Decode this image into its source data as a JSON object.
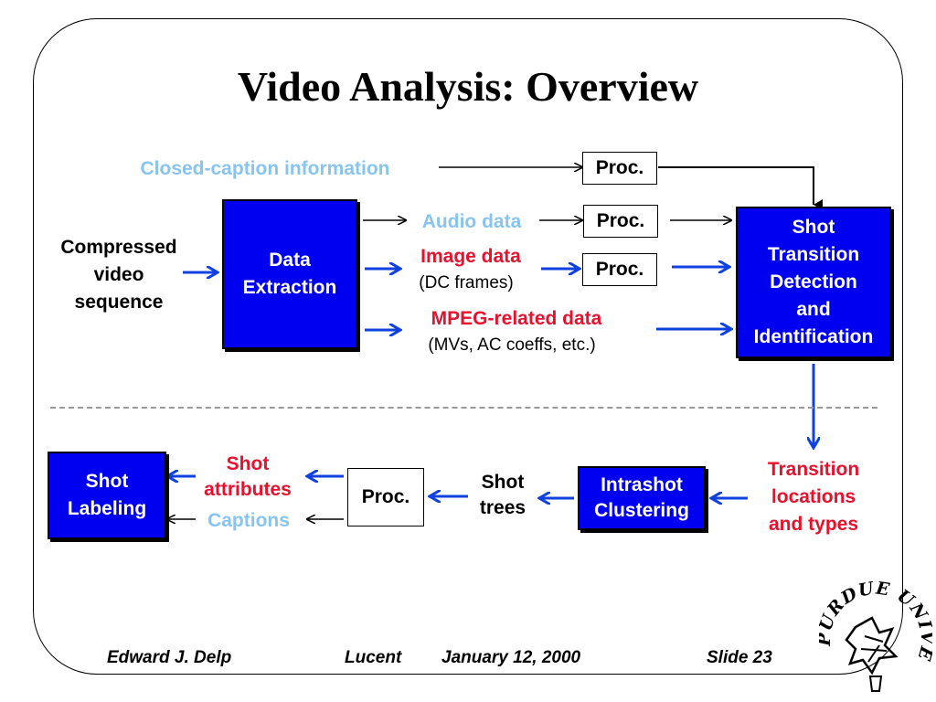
{
  "title": "Video Analysis: Overview",
  "nodes": {
    "closed_caption": "Closed-caption information",
    "compressed_video": [
      "Compressed",
      "video",
      "sequence"
    ],
    "data_extraction": [
      "Data",
      "Extraction"
    ],
    "audio_data": "Audio data",
    "image_data": "Image data",
    "dc_frames": "(DC frames)",
    "mpeg_data": "MPEG-related data",
    "mpeg_detail": "(MVs, AC coeffs, etc.)",
    "proc": "Proc.",
    "shot_transition": [
      "Shot",
      "Transition",
      "Detection",
      "and",
      "Identification"
    ],
    "transition_locations": [
      "Transition",
      "locations",
      "and types"
    ],
    "intrashot": [
      "Intrashot",
      "Clustering"
    ],
    "shot_trees": [
      "Shot",
      "trees"
    ],
    "shot_attributes": [
      "Shot",
      "attributes"
    ],
    "captions": "Captions",
    "shot_labeling": [
      "Shot",
      "Labeling"
    ]
  },
  "footer": {
    "author": "Edward J. Delp",
    "org": "Lucent",
    "date": "January 12, 2000",
    "slide": "Slide 23"
  },
  "logo": {
    "text": "PURDUE UNIVERSITY"
  },
  "colors": {
    "box_blue": "#0000f0",
    "light_blue": "#88c4f0",
    "red": "#e8102c",
    "arrow_blue": "#1040e0"
  }
}
